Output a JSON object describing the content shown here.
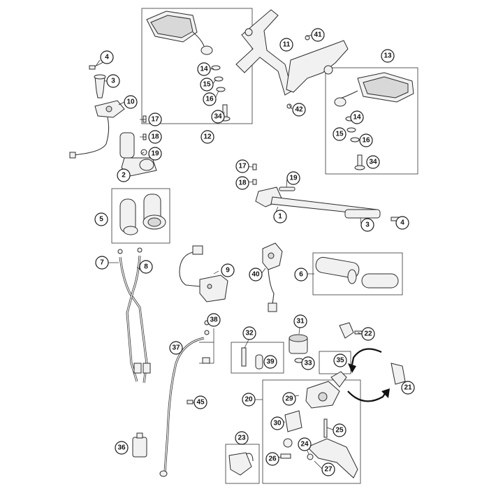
{
  "callouts": [
    {
      "id": "c1",
      "label": "1"
    },
    {
      "id": "c2",
      "label": "2"
    },
    {
      "id": "c3a",
      "label": "3"
    },
    {
      "id": "c3b",
      "label": "3"
    },
    {
      "id": "c4a",
      "label": "4"
    },
    {
      "id": "c4b",
      "label": "4"
    },
    {
      "id": "c5",
      "label": "5"
    },
    {
      "id": "c6",
      "label": "6"
    },
    {
      "id": "c7",
      "label": "7"
    },
    {
      "id": "c8",
      "label": "8"
    },
    {
      "id": "c9",
      "label": "9"
    },
    {
      "id": "c10",
      "label": "10"
    },
    {
      "id": "c11",
      "label": "11"
    },
    {
      "id": "c12",
      "label": "12"
    },
    {
      "id": "c13",
      "label": "13"
    },
    {
      "id": "c14a",
      "label": "14"
    },
    {
      "id": "c14b",
      "label": "14"
    },
    {
      "id": "c15a",
      "label": "15"
    },
    {
      "id": "c15b",
      "label": "15"
    },
    {
      "id": "c16a",
      "label": "16"
    },
    {
      "id": "c16b",
      "label": "16"
    },
    {
      "id": "c17a",
      "label": "17"
    },
    {
      "id": "c17b",
      "label": "17"
    },
    {
      "id": "c18a",
      "label": "18"
    },
    {
      "id": "c18b",
      "label": "18"
    },
    {
      "id": "c19a",
      "label": "19"
    },
    {
      "id": "c19b",
      "label": "19"
    },
    {
      "id": "c20",
      "label": "20"
    },
    {
      "id": "c21",
      "label": "21"
    },
    {
      "id": "c22",
      "label": "22"
    },
    {
      "id": "c23",
      "label": "23"
    },
    {
      "id": "c24",
      "label": "24"
    },
    {
      "id": "c25",
      "label": "25"
    },
    {
      "id": "c26",
      "label": "26"
    },
    {
      "id": "c27",
      "label": "27"
    },
    {
      "id": "c29",
      "label": "29"
    },
    {
      "id": "c30",
      "label": "30"
    },
    {
      "id": "c31",
      "label": "31"
    },
    {
      "id": "c32",
      "label": "32"
    },
    {
      "id": "c33",
      "label": "33"
    },
    {
      "id": "c34a",
      "label": "34"
    },
    {
      "id": "c34b",
      "label": "34"
    },
    {
      "id": "c35",
      "label": "35"
    },
    {
      "id": "c36",
      "label": "36"
    },
    {
      "id": "c37",
      "label": "37"
    },
    {
      "id": "c38",
      "label": "38"
    },
    {
      "id": "c39",
      "label": "39"
    },
    {
      "id": "c40",
      "label": "40"
    },
    {
      "id": "c41",
      "label": "41"
    },
    {
      "id": "c42",
      "label": "42"
    },
    {
      "id": "c45",
      "label": "45"
    }
  ]
}
